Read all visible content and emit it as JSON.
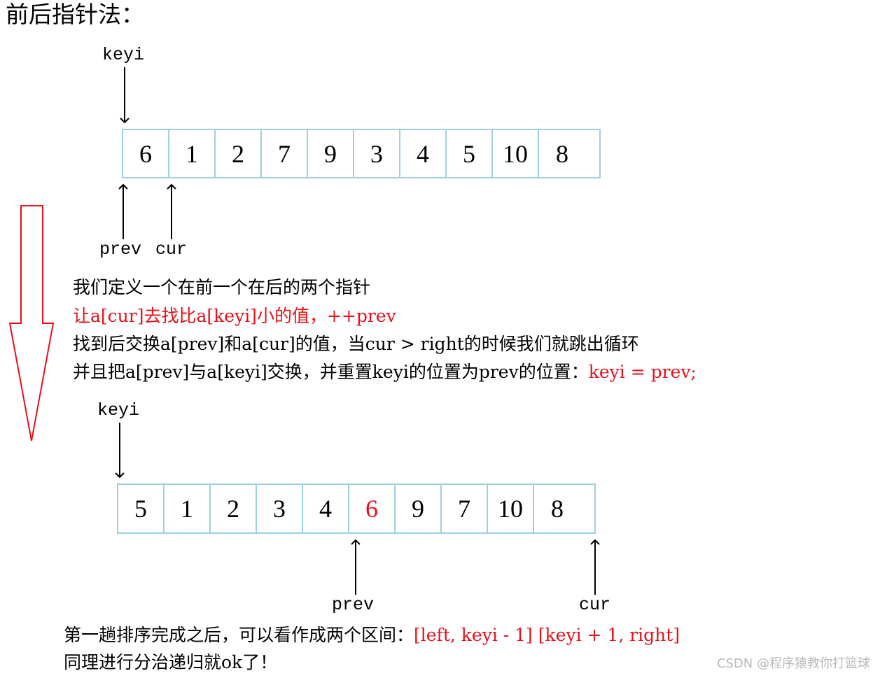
{
  "title": "前后指针法：",
  "array1": {
    "values": [
      "6",
      "1",
      "2",
      "7",
      "9",
      "3",
      "4",
      "5",
      "10",
      "8"
    ],
    "highlight_index": -1
  },
  "array2": {
    "values": [
      "5",
      "1",
      "2",
      "3",
      "4",
      "6",
      "9",
      "7",
      "10",
      "8"
    ],
    "highlight_index": 5
  },
  "labels1": {
    "keyi": "keyi",
    "prev": "prev",
    "cur": "cur"
  },
  "labels2": {
    "keyi": "keyi",
    "prev": "prev",
    "cur": "cur"
  },
  "lines": {
    "l1": "我们定义一个在前一个在后的两个指针",
    "l2": "让a[cur]去找比a[keyi]小的值，++prev",
    "l3": "找到后交换a[prev]和a[cur]的值，当cur > right的时候我们就跳出循环",
    "l4a": "并且把a[prev]与a[keyi]交换，并重置keyi的位置为prev的位置：",
    "l4b": "keyi = prev;",
    "l5a": "第一趟排序完成之后，可以看作成两个区间：",
    "l5b": "[left, keyi - 1] [keyi + 1, right]",
    "l6": "同理进行分治递归就ok了！"
  },
  "watermark": "CSDN @程序猿教你打篮球",
  "colors": {
    "accent": "#e8101a",
    "cell_border": "#9ed0e0"
  }
}
